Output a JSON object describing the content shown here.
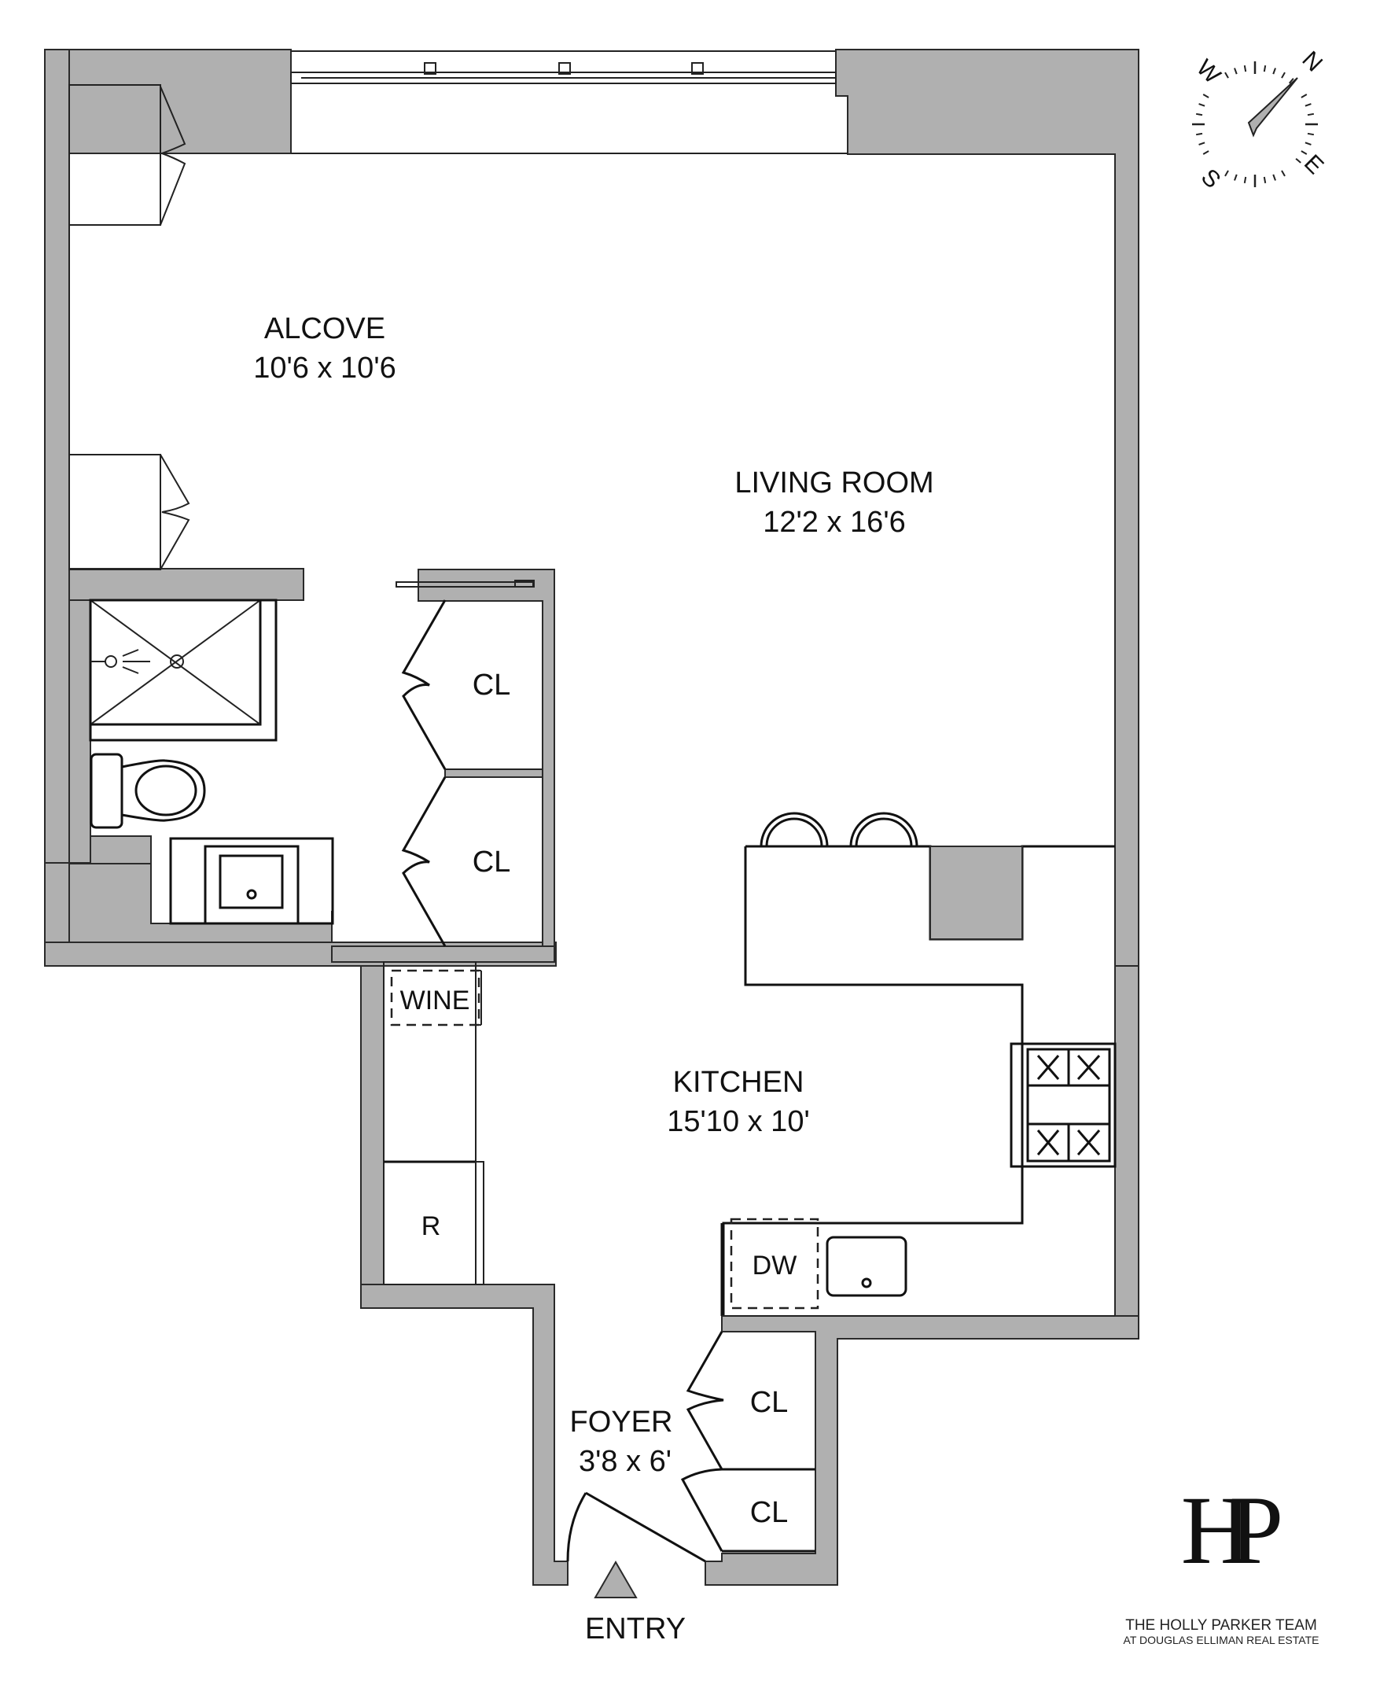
{
  "rooms": {
    "alcove": {
      "name": "ALCOVE",
      "dimensions": "10'6 x 10'6"
    },
    "living_room": {
      "name": "LIVING ROOM",
      "dimensions": "12'2 x 16'6"
    },
    "kitchen": {
      "name": "KITCHEN",
      "dimensions": "15'10 x 10'"
    },
    "foyer": {
      "name": "FOYER",
      "dimensions": "3'8 x 6'"
    }
  },
  "fixtures": {
    "closet_1": "CL",
    "closet_2": "CL",
    "closet_3": "CL",
    "closet_4": "CL",
    "wine": "WINE",
    "refrigerator": "R",
    "dishwasher": "DW"
  },
  "entry": {
    "label": "ENTRY"
  },
  "compass": {
    "n": "N",
    "e": "E",
    "s": "S",
    "w": "W"
  },
  "branding": {
    "monogram": "HP",
    "team": "THE HOLLY PARKER TEAM",
    "brokerage": "AT DOUGLAS ELLIMAN REAL ESTATE"
  },
  "colors": {
    "wall_fill": "#b0b0b0",
    "line": "#111111",
    "background": "#ffffff"
  }
}
